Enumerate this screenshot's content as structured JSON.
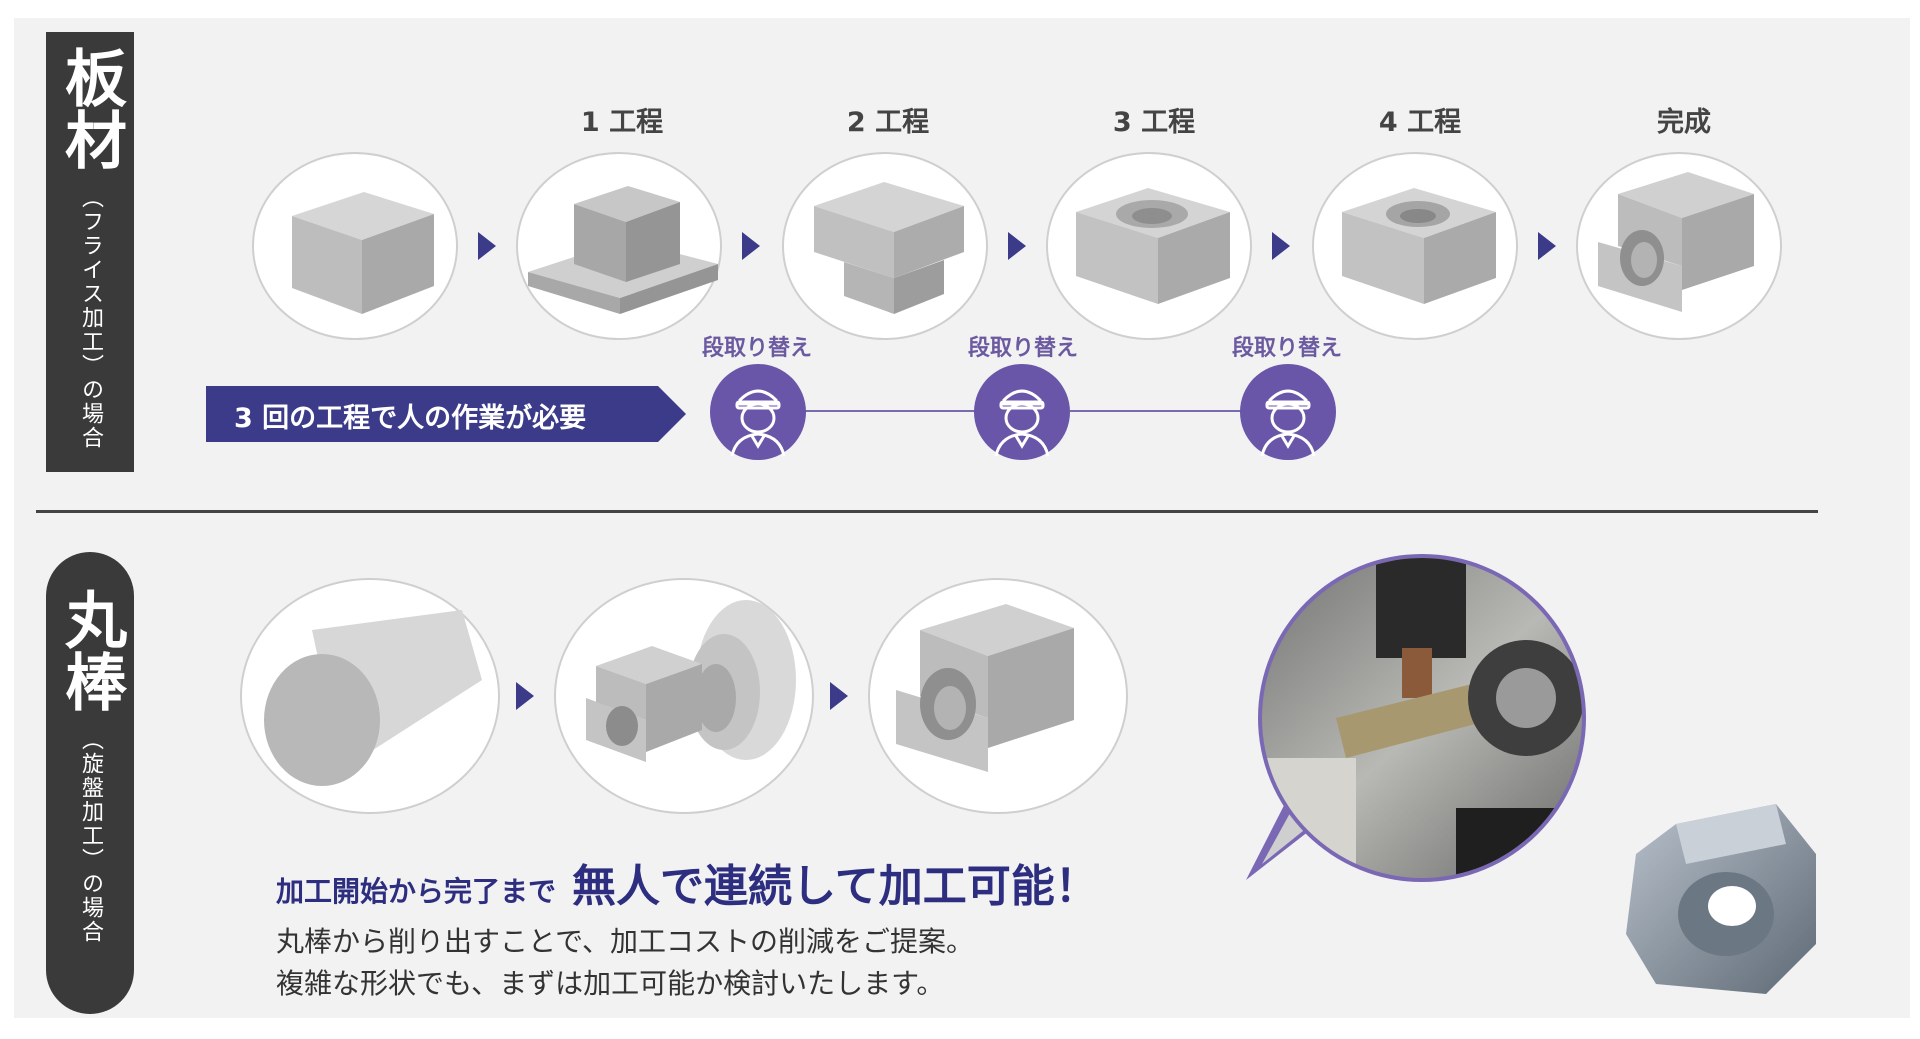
{
  "plate": {
    "label_big": "板材",
    "label_small": "（フライス加工）の場合",
    "steps": [
      "1 工程",
      "2 工程",
      "3 工程",
      "4 工程",
      "完成"
    ],
    "swap_label": "段取り替え",
    "banner_text": "3 回の工程で人の作業が必要"
  },
  "bar": {
    "label_big": "丸棒",
    "label_small": "（旋盤加工）の場合",
    "headline_small": "加工開始から完了まで",
    "headline_big": "無人で連続して加工可能！",
    "desc_line1": "丸棒から削り出すことで、加工コストの削減をご提案。",
    "desc_line2": "複雑な形状でも、まずは加工可能か検討いたします。"
  },
  "colors": {
    "accent": "#3b3b8a",
    "purple": "#6a56a8",
    "label_bg": "#3a3a3a"
  }
}
